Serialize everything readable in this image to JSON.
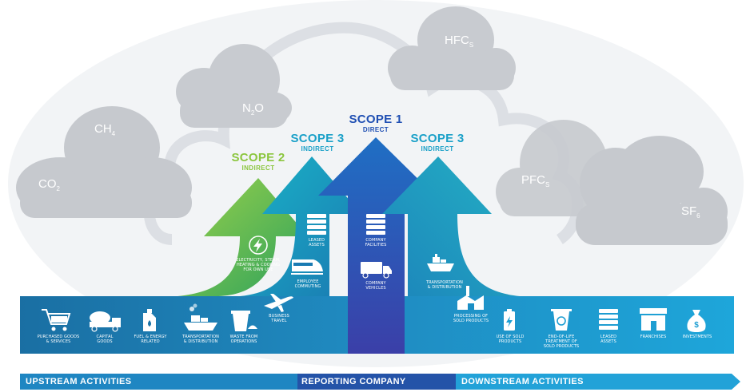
{
  "gases": {
    "co2": {
      "name": "CO",
      "sub": "2"
    },
    "ch4": {
      "name": "CH",
      "sub": "4"
    },
    "n2o": {
      "name": "N",
      "sub": "2",
      "tail": "O"
    },
    "hfcs": {
      "name": "HFC",
      "sub": "S"
    },
    "pfcs": {
      "name": "PFC",
      "sub": "S"
    },
    "sf6": {
      "name": "SF",
      "sub": "6"
    }
  },
  "scopes": {
    "scope1": {
      "title": "SCOPE 1",
      "subtitle": "DIRECT",
      "color": "#1f4fb3"
    },
    "scope2": {
      "title": "SCOPE 2",
      "subtitle": "INDIRECT",
      "color": "#8cc63f"
    },
    "scope3_left": {
      "title": "SCOPE 3",
      "subtitle": "INDIRECT",
      "color": "#1aa0c8"
    },
    "scope3_right": {
      "title": "SCOPE 3",
      "subtitle": "INDIRECT",
      "color": "#1aa0c8"
    }
  },
  "scope2_item": {
    "line1": "ELECTRICITY, STEAM,",
    "line2": "HEATING & COOLING",
    "line3": "FOR OWN USE",
    "icon": "lightning-icon"
  },
  "scope3_left_items": [
    {
      "line1": "LEASED",
      "line2": "ASSETS",
      "icon": "building-icon"
    },
    {
      "line1": "EMPLOYEE",
      "line2": "COMMUTING",
      "icon": "train-icon"
    },
    {
      "line1": "BUSINESS",
      "line2": "TRAVEL",
      "icon": "airplane-icon"
    }
  ],
  "scope1_items": [
    {
      "line1": "COMPANY",
      "line2": "FACILITIES",
      "icon": "building-icon"
    },
    {
      "line1": "COMPANY",
      "line2": "VEHICLES",
      "icon": "truck-icon"
    }
  ],
  "scope3_right_items": [
    {
      "line1": "TRANSPORTATION",
      "line2": "& DISTRIBUTION",
      "icon": "ship-icon"
    },
    {
      "line1": "PROCESSING OF",
      "line2": "SOLD PRODUCTS",
      "icon": "factory-icon"
    }
  ],
  "upstream_items": [
    {
      "line1": "PURCHASED GOODS",
      "line2": "& SERVICES",
      "icon": "shopping-cart-icon"
    },
    {
      "line1": "CAPITAL",
      "line2": "GOODS",
      "icon": "cement-truck-icon"
    },
    {
      "line1": "FUEL & ENERGY",
      "line2": "RELATED",
      "icon": "fuel-can-icon"
    },
    {
      "line1": "TRANSPORTATION",
      "line2": "& DISTRIBUTION",
      "icon": "ship-icon"
    },
    {
      "line1": "WASTE FROM",
      "line2": "OPERATIONS",
      "icon": "waste-bin-icon"
    }
  ],
  "downstream_items": [
    {
      "line1": "USE OF SOLD",
      "line2": "PRODUCTS",
      "line3": "",
      "icon": "battery-icon"
    },
    {
      "line1": "END-OF-LIFE",
      "line2": "TREATMENT OF",
      "line3": "SOLD PRODUCTS",
      "icon": "recycle-bin-icon"
    },
    {
      "line1": "LEASED",
      "line2": "ASSETS",
      "line3": "",
      "icon": "building-icon"
    },
    {
      "line1": "FRANCHISES",
      "line2": "",
      "line3": "",
      "icon": "storefront-icon"
    },
    {
      "line1": "INVESTMENTS",
      "line2": "",
      "line3": "",
      "icon": "money-bag-icon"
    }
  ],
  "bars": {
    "upstream": "UPSTREAM ACTIVITIES",
    "reporting": "REPORTING COMPANY",
    "downstream": "DOWNSTREAM ACTIVITIES"
  },
  "colors": {
    "band_left": "#1a7aa8",
    "band_right": "#1b9ed6",
    "scope1": "#1f4fb3",
    "scope2": "#8cc63f",
    "scope3": "#1aa0c8",
    "cloud": "#c9ccd1"
  }
}
